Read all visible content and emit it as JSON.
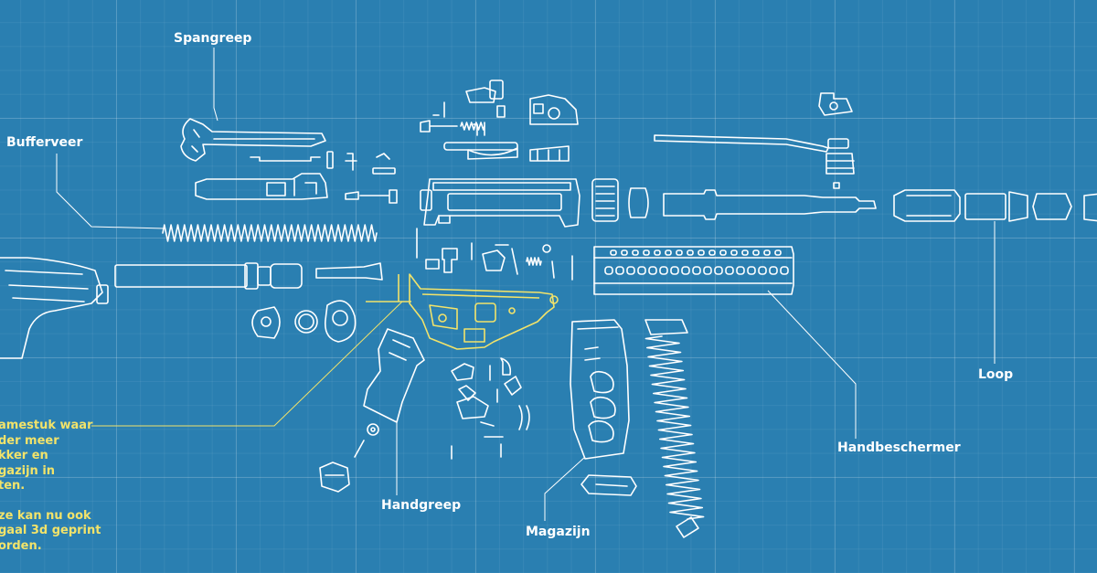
{
  "labels": {
    "spangreep": "Spangreep",
    "bufferveer": "Bufferveer",
    "handgreep": "Handgreep",
    "magazijn": "Magazijn",
    "handbeschermer": "Handbeschermer",
    "loop": "Loop"
  },
  "note": {
    "line1": "amestuk waar",
    "line2": "der meer",
    "line3": "kker en",
    "line4": "gazijn in",
    "line5": "ten.",
    "line6": "ze kan nu ook",
    "line7": "gaal 3d geprint",
    "line8": "orden."
  },
  "colors": {
    "background": "#2a7fb1",
    "lines": "#ffffff",
    "highlight": "#f2e36a"
  }
}
